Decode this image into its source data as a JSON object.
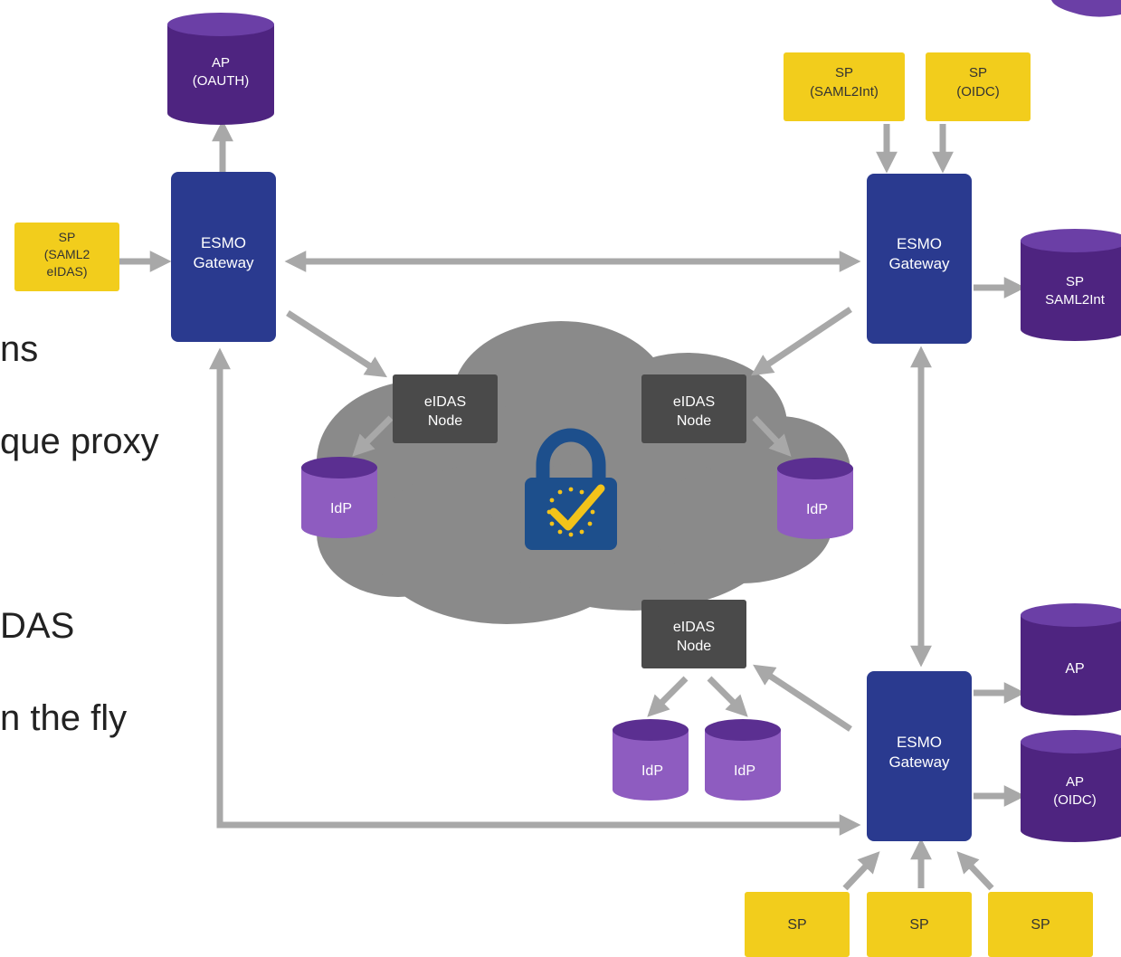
{
  "side_text": [
    "ns",
    "que proxy",
    "DAS",
    "n the fly"
  ],
  "gateways": {
    "top_left": [
      "ESMO",
      "Gateway"
    ],
    "top_right": [
      "ESMO",
      "Gateway"
    ],
    "bottom_right": [
      "ESMO",
      "Gateway"
    ]
  },
  "service_providers": {
    "saml2_eidas": [
      "SP",
      "(SAML2",
      "eIDAS)"
    ],
    "saml2int": [
      "SP",
      "(SAML2Int)"
    ],
    "oidc": [
      "SP",
      "(OIDC)"
    ],
    "bottom_1": "SP",
    "bottom_2": "SP",
    "bottom_3": "SP"
  },
  "databases": {
    "ap_oauth": [
      "AP",
      "(OAUTH)"
    ],
    "sp_saml2int": [
      "SP",
      "SAML2Int"
    ],
    "ap": [
      "AP"
    ],
    "ap_oidc": [
      "AP",
      "(OIDC)"
    ],
    "idp": "IdP"
  },
  "eidas_node": [
    "eIDAS",
    "Node"
  ],
  "colors": {
    "gateway": "#2a3a8f",
    "sp_box": "#f2cd1c",
    "db_dark": "#4e2480",
    "db_dark_top": "#6b3fa6",
    "db_light": "#8e5cc0",
    "db_light_top": "#5b2f91",
    "node": "#4a4a4a",
    "cloud": "#8a8a8a",
    "arrow": "#a8a8a8",
    "lock": "#1d4f8c",
    "check": "#f3c31a"
  }
}
